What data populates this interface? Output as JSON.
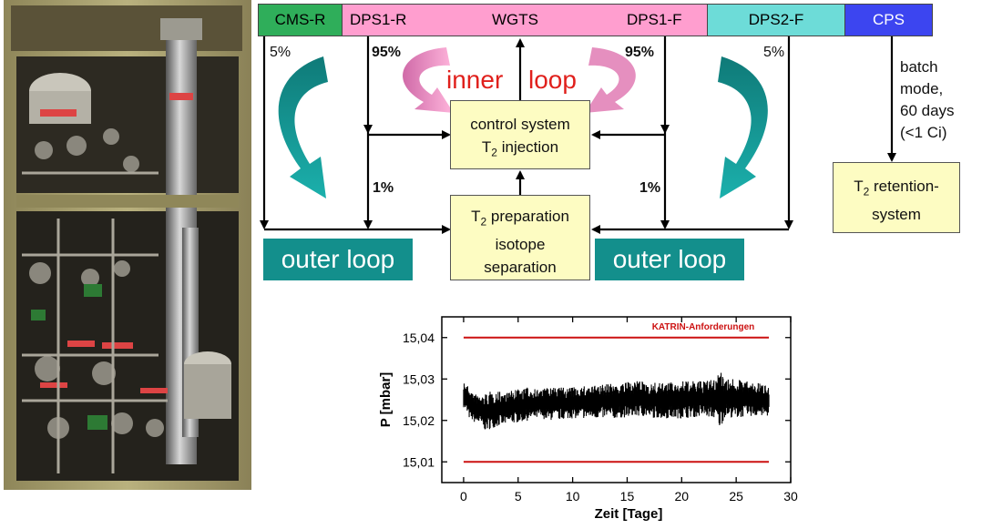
{
  "colors": {
    "cms": "#2fae5a",
    "dps1": "#ff9ecf",
    "dps2": "#6ddcd8",
    "cps": "#3c45f0",
    "teal": "#138f8c",
    "box_fill": "#fdfcc2",
    "inner_loop_text": "#e0201c",
    "limit_line": "#cc1111"
  },
  "topbar": {
    "cms_r": "CMS-R",
    "dps1_r": "DPS1-R",
    "wgts": "WGTS",
    "dps1_f": "DPS1-F",
    "dps2_f": "DPS2-F",
    "cps": "CPS"
  },
  "percents": {
    "left_5": "5%",
    "left_95": "95%",
    "right_95": "95%",
    "right_5": "5%",
    "left_1": "1%",
    "right_1": "1%"
  },
  "batch_label": [
    "batch",
    "mode,",
    "60 days",
    "(<1 Ci)"
  ],
  "inner_loop": {
    "word1": "inner",
    "word2": "loop"
  },
  "outer_loop": {
    "left": "outer loop",
    "right": "outer loop"
  },
  "control_box": {
    "line1": "control system",
    "line2_pre": "T",
    "line2_sub": "2",
    "line2_post": " injection"
  },
  "prep_box": {
    "line1_pre": "T",
    "line1_sub": "2",
    "line1_post": " preparation",
    "line2": "isotope",
    "line3": "separation"
  },
  "retention_box": {
    "line1_pre": "T",
    "line1_sub": "2",
    "line1_post": " retention-",
    "line2": "system"
  },
  "photo": {
    "subject": "tritium-loop-glovebox-photo"
  },
  "chart_data": {
    "type": "line",
    "title": "",
    "xlabel": "Zeit [Tage]",
    "ylabel": "P [mbar]",
    "xlim": [
      -2,
      30
    ],
    "ylim": [
      15.005,
      15.045
    ],
    "xticks": [
      "0",
      "5",
      "10",
      "15",
      "20",
      "25",
      "30"
    ],
    "xtick_values": [
      0,
      5,
      10,
      15,
      20,
      25,
      30
    ],
    "yticks": [
      "15,01",
      "15,02",
      "15,03",
      "15,04"
    ],
    "ytick_values": [
      15.01,
      15.02,
      15.03,
      15.04
    ],
    "annotation": "KATRIN-Anforderungen",
    "limits": [
      15.04,
      15.01
    ],
    "series": [
      {
        "x": [
          0,
          0.5,
          1,
          1.5,
          2,
          2.5,
          3,
          4,
          5,
          6,
          7,
          8,
          10,
          12,
          14,
          16,
          18,
          20,
          22,
          23,
          23.5,
          24,
          25,
          26,
          27,
          28
        ],
        "low": [
          15.0232,
          15.0205,
          15.0195,
          15.019,
          15.0175,
          15.018,
          15.0185,
          15.019,
          15.0195,
          15.02,
          15.0205,
          15.02,
          15.0205,
          15.0205,
          15.0205,
          15.021,
          15.0205,
          15.0205,
          15.021,
          15.0205,
          15.018,
          15.021,
          15.0205,
          15.021,
          15.021,
          15.021
        ],
        "high": [
          15.0295,
          15.028,
          15.0265,
          15.026,
          15.0265,
          15.027,
          15.027,
          15.027,
          15.0275,
          15.028,
          15.0275,
          15.028,
          15.028,
          15.0285,
          15.029,
          15.0295,
          15.029,
          15.0295,
          15.0295,
          15.03,
          15.0325,
          15.03,
          15.03,
          15.0295,
          15.029,
          15.029
        ]
      }
    ]
  }
}
